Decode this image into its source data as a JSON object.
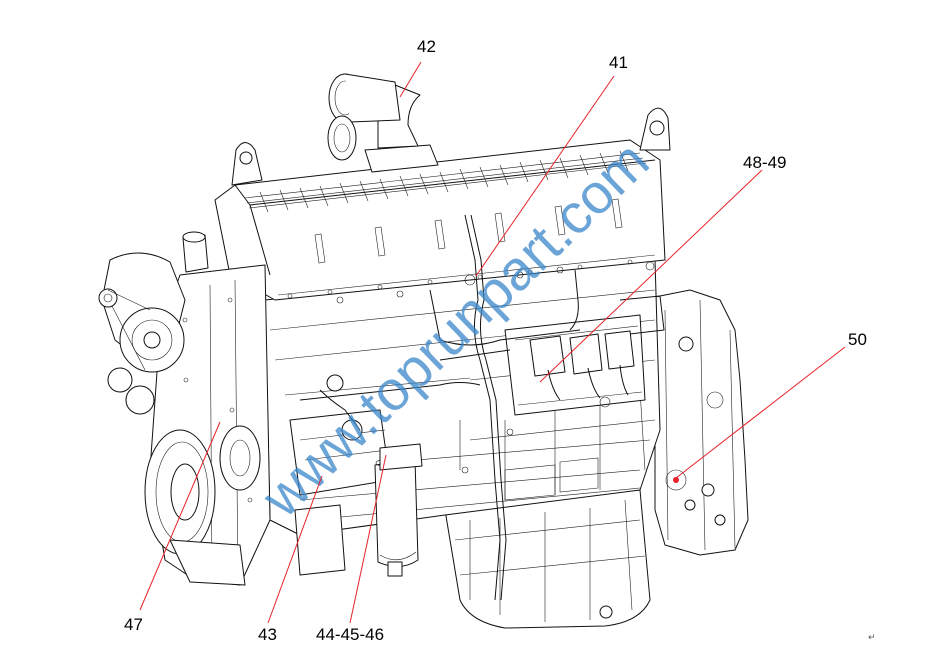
{
  "watermark": "www.toprunpart.com",
  "callouts": [
    {
      "id": "42",
      "label": "42"
    },
    {
      "id": "41",
      "label": "41"
    },
    {
      "id": "48-49",
      "label": "48-49"
    },
    {
      "id": "50",
      "label": "50"
    },
    {
      "id": "47",
      "label": "47"
    },
    {
      "id": "43",
      "label": "43"
    },
    {
      "id": "44-45-46",
      "label": "44-45-46"
    }
  ],
  "corner_mark": "↵",
  "colors": {
    "leader": "#e8232a",
    "watermark": "#3a86c9",
    "line": "#111111"
  }
}
